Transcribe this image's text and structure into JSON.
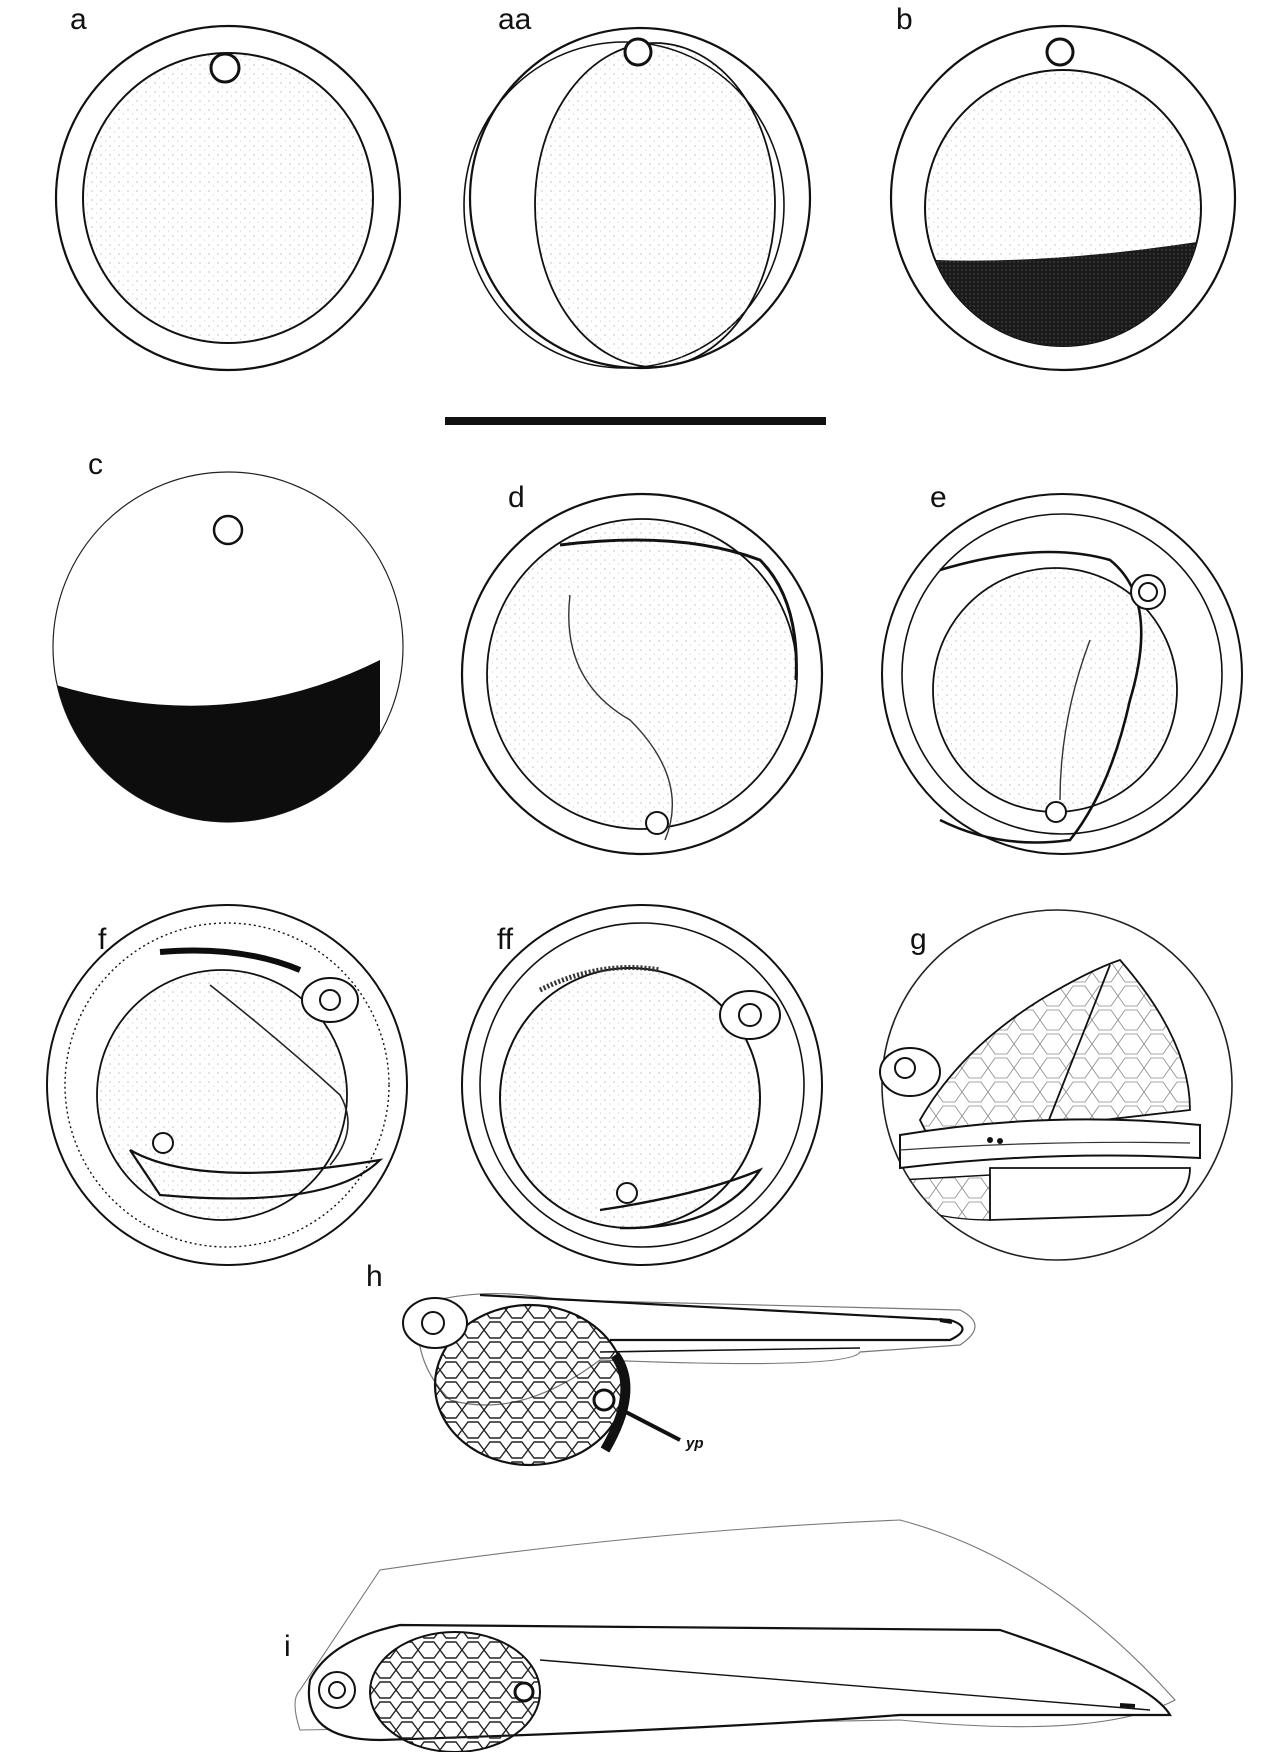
{
  "panels": {
    "a": "a",
    "aa": "aa",
    "b": "b",
    "c": "c",
    "d": "d",
    "e": "e",
    "f": "f",
    "ff": "ff",
    "g": "g",
    "h": "h",
    "i": "i"
  },
  "annotations": {
    "yolk_plug": "yp"
  },
  "colors": {
    "ink": "#111111",
    "stipple": "#9a9a9a",
    "background": "#ffffff"
  }
}
